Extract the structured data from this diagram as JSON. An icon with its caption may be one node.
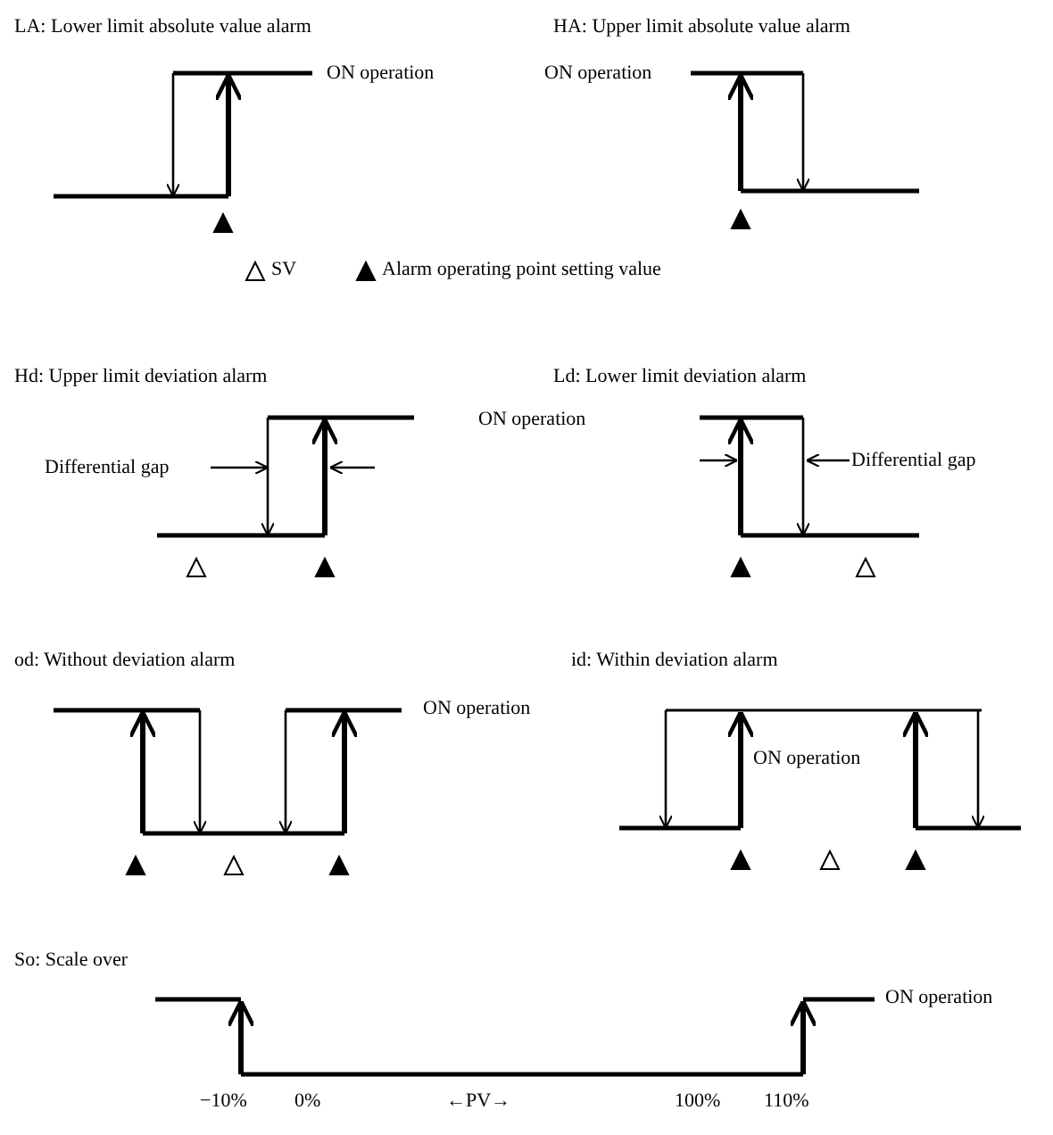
{
  "diagram": {
    "labels": [
      "LA: Lower limit absolute value alarm",
      "HA: Upper limit absolute value alarm",
      "ON operation",
      "ON operation",
      "Hd: Upper limit deviation alarm",
      "Ld: Lower limit deviation alarm",
      "ON operation",
      "Differential gap",
      "Differential gap",
      "od: Without deviation alarm",
      "id: Within deviation alarm",
      "ON operation",
      "ON operation",
      "So: Scale over",
      "ON operation",
      "−10%",
      "0%",
      "←PV→",
      "100%",
      "110%"
    ],
    "legend": [
      {
        "text": "SV"
      },
      {
        "text": "Alarm operating point setting value"
      }
    ]
  }
}
